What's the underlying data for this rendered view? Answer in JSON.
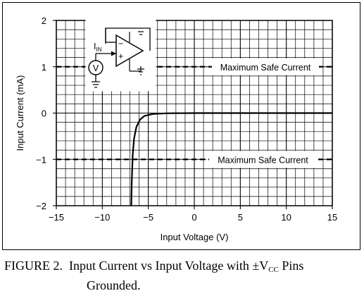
{
  "chart_data": {
    "type": "line",
    "xlabel": "Input Voltage (V)",
    "ylabel": "Input Current (mA)",
    "xlim": [
      -15,
      15
    ],
    "ylim": [
      -2,
      2
    ],
    "xticks": [
      -15,
      -10,
      -5,
      0,
      5,
      10,
      15
    ],
    "yticks": [
      -2,
      -1,
      0,
      1,
      2
    ],
    "x_tick_labels": [
      "−15",
      "−10",
      "−5",
      "0",
      "5",
      "10",
      "15"
    ],
    "y_tick_labels": [
      "−2",
      "−1",
      "0",
      "1",
      "2"
    ],
    "grid": true,
    "series": [
      {
        "points": [
          [
            -6.85,
            -2.0
          ],
          [
            -6.8,
            -1.5
          ],
          [
            -6.7,
            -0.9
          ],
          [
            -6.55,
            -0.55
          ],
          [
            -6.3,
            -0.3
          ],
          [
            -5.9,
            -0.14
          ],
          [
            -5.4,
            -0.06
          ],
          [
            -4.5,
            -0.02
          ],
          [
            -3.0,
            -0.005
          ],
          [
            0,
            0
          ],
          [
            15,
            0
          ]
        ]
      }
    ],
    "reference_lines": [
      {
        "y": 1,
        "style": "dashed",
        "label": "Maximum Safe Current"
      },
      {
        "y": -1,
        "style": "dashed",
        "label": "Maximum Safe Current"
      }
    ]
  },
  "inset": {
    "current_label": "I",
    "current_sub": "IN",
    "source_symbol": "V",
    "minus_sign": "−",
    "plus_sign": "+"
  },
  "caption": {
    "label": "FIGURE 2.",
    "text_before": "Input Current vs Input Voltage with ±V",
    "text_sub": "CC",
    "text_after": " Pins",
    "line2": "Grounded."
  }
}
